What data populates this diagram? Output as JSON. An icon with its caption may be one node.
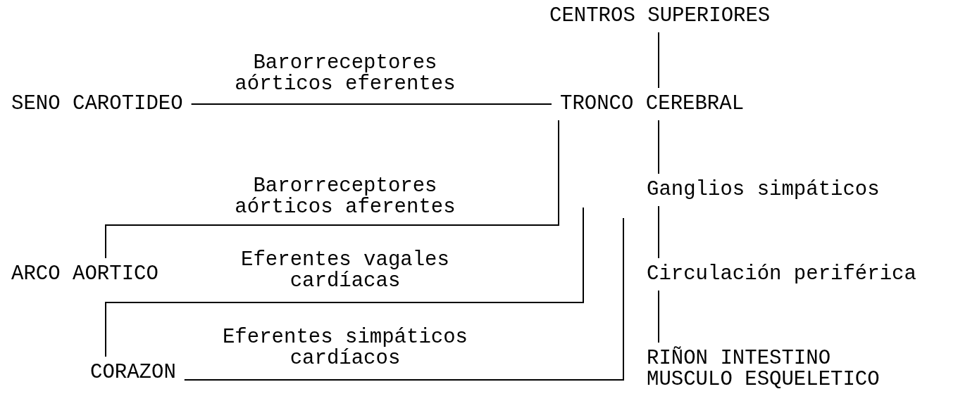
{
  "diagram": {
    "nodes": [
      {
        "text": [
          "CENTROS SUPERIORES"
        ]
      },
      {
        "text": [
          "SENO CAROTIDEO"
        ]
      },
      {
        "text": [
          "TRONCO CEREBRAL"
        ]
      },
      {
        "text": [
          "Ganglios simpáticos"
        ]
      },
      {
        "text": [
          "ARCO AORTICO"
        ]
      },
      {
        "text": [
          "Circulación periférica"
        ]
      },
      {
        "text": [
          "CORAZON"
        ]
      },
      {
        "text": [
          "RIÑON INTESTINO MUSCULO ESQUELETICO"
        ]
      }
    ],
    "edges": [
      {
        "from": 0,
        "to": 2,
        "arrow": "none"
      },
      {
        "from": 1,
        "to": 2,
        "arrow": "none",
        "label": "Barorreceptores aórticos eferentes"
      },
      {
        "from": 2,
        "to": 4,
        "arrow": "none",
        "label": "Barorreceptores aórticos aferentes"
      },
      {
        "from": null,
        "to": 6,
        "arrow": "none",
        "label": "Eferentes vagales cardíacas"
      },
      {
        "from": null,
        "to": 6,
        "arrow": "none",
        "label": "Eferentes simpáticos cardíacos"
      },
      {
        "from": 2,
        "to": 3,
        "arrow": "none"
      },
      {
        "from": 3,
        "to": 5,
        "arrow": "none"
      },
      {
        "from": 5,
        "to": 7,
        "arrow": "none"
      }
    ]
  }
}
